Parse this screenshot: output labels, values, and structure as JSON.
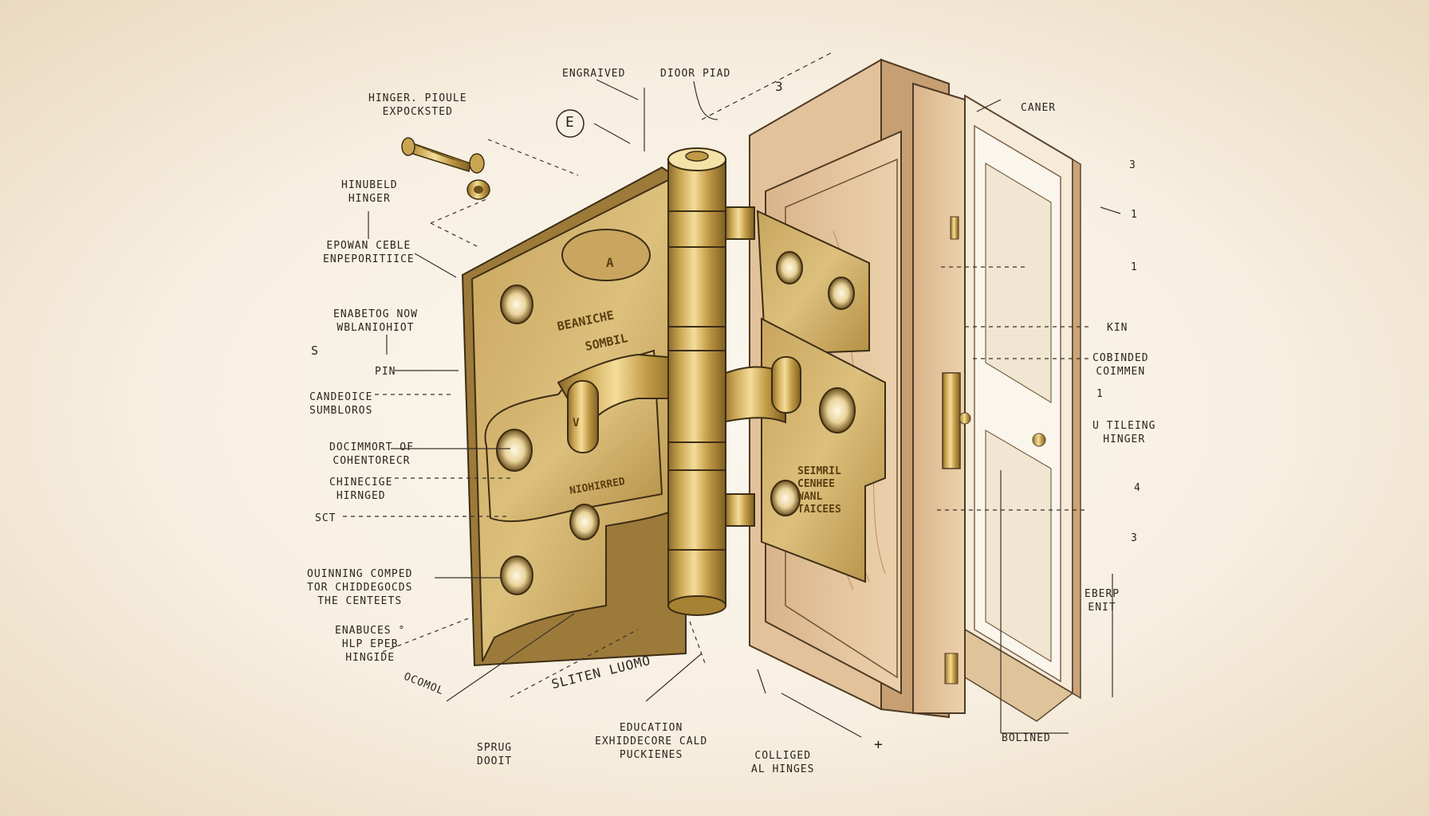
{
  "labels": {
    "engraved": "ENGRAIVED",
    "door_pad": "DIOOR PIAD",
    "dim_3_top": "3",
    "circle_e": "E",
    "hinge_profile": "HINGER. PIOULE\nEXPOCKSTED",
    "hinged_hinger": "HINUBELD\nHINGER",
    "epowan": "EPOWAN CEBLE\nENPEPORITIICE",
    "enabletog": "ENABETOG NOW\nWBLANIOHIOT",
    "s_mark": "S",
    "pin": "PIN",
    "candecige": "CANDEOICE\nSUMBLOROS",
    "document": "DOCIMMORT OF\nCOHENTORECR",
    "chinecige": "CHINECIGE\nHIRNGED",
    "sct": "SCT",
    "ounning": "OUINNING COMPED\nTOR CHIDDEGOCDS\nTHE CENTEETS",
    "enabuces": "ENABUCES °\nHLP EPEB\nHINGIDE",
    "bottom_dash_text": "OCOMOL",
    "sprug": "SPRUG\nDOOIT",
    "sliten": "SLITEN LUOMO",
    "education": "EDUCATION\nEXHIDDECORE CALD\nPUCKIENES",
    "colliged": "COLLIGED\nAL HINGES",
    "plus": "+",
    "caner": "CANER",
    "kin": "KIN",
    "combined": "COBINDED\nCOIMMEN",
    "utiling": "U TILEING\nHINGER",
    "eberp": "EBERP\nENIT",
    "bolined": "BOLINED",
    "num_3a": "3",
    "num_1a": "1",
    "num_1b": "1",
    "num_1c": "1",
    "num_4a": "4",
    "num_3b": "3",
    "leaf_text_1": "BEANICHE",
    "leaf_text_2": "SOMBIL",
    "leaf_text_3": "NIOHIRRED",
    "right_leaf_text": "SEIMRIL\nCENHEE\nWANL\nTAICEES",
    "v_mark": "V",
    "a_mark": "A"
  }
}
